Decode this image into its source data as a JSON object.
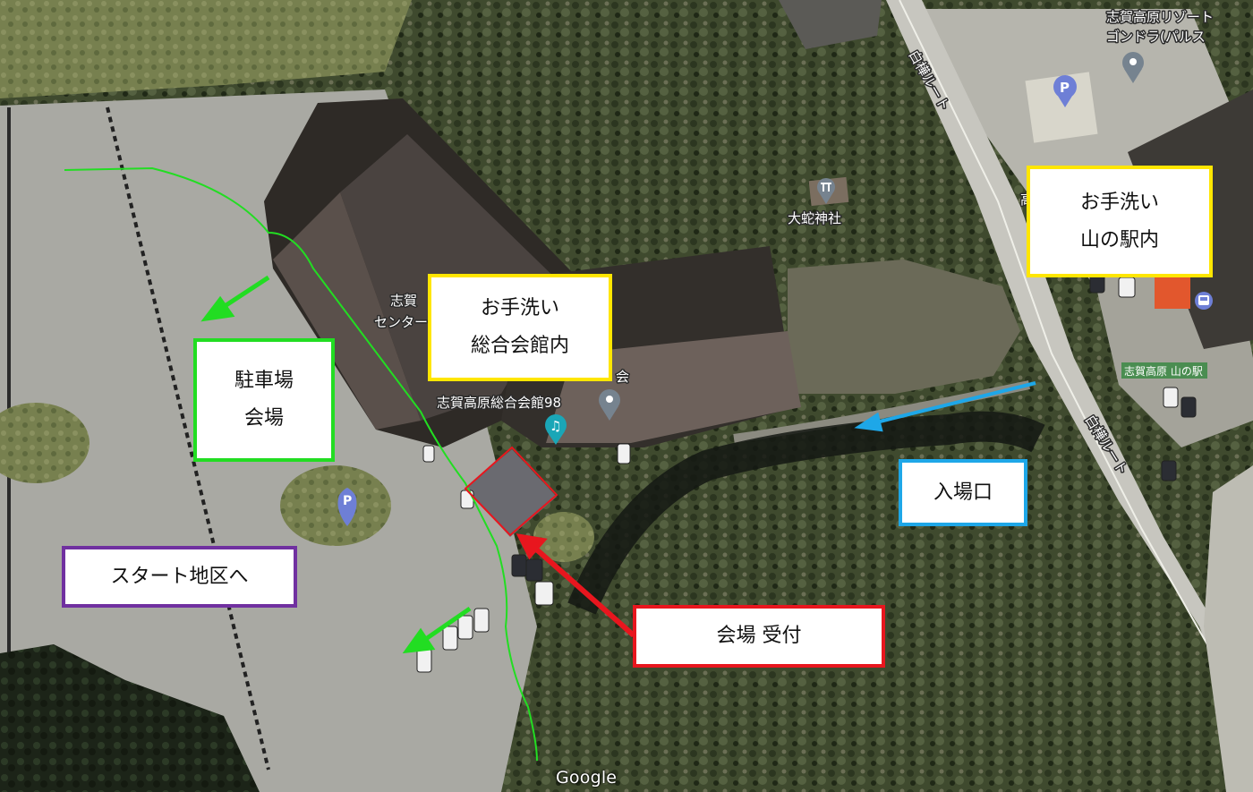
{
  "colors": {
    "yellow": "#ffe600",
    "green": "#22dd22",
    "cyan": "#1ea7e8",
    "red": "#e8161e",
    "purple": "#7030a0",
    "google_label": "#ffffff",
    "pin_blue": "#6e7fd6",
    "pin_teal": "#1aa6b7",
    "pin_gray": "#76838f"
  },
  "map_labels": {
    "gondola": "志賀高原リゾート\nゴンドラ(パルス",
    "shrine": "大蛇神社",
    "hall_partial_1": "志賀",
    "hall_partial_2": "センター",
    "hall_name": "志賀高原総合会館98",
    "hall_partial_3": "会",
    "road_a": "白樺ルート",
    "road_b": "白樺ルート",
    "michi_no_eki": "志賀高原 山の駅",
    "partial_taka": "高",
    "attribution": "Google"
  },
  "icons": [
    "parking-icon",
    "place-pin-icon",
    "shrine-icon",
    "music-venue-icon",
    "bus-icon"
  ],
  "callouts": {
    "restroom_station": {
      "line1": "お手洗い",
      "line2": "山の駅内"
    },
    "restroom_hall": {
      "line1": "お手洗い",
      "line2": "総合会館内"
    },
    "parking_venue": {
      "line1": "駐車場",
      "line2": "会場"
    },
    "entrance": {
      "line1": "入場口"
    },
    "start_area": {
      "line1": "スタート地区へ"
    },
    "reception": {
      "line1": "会場 受付"
    }
  }
}
